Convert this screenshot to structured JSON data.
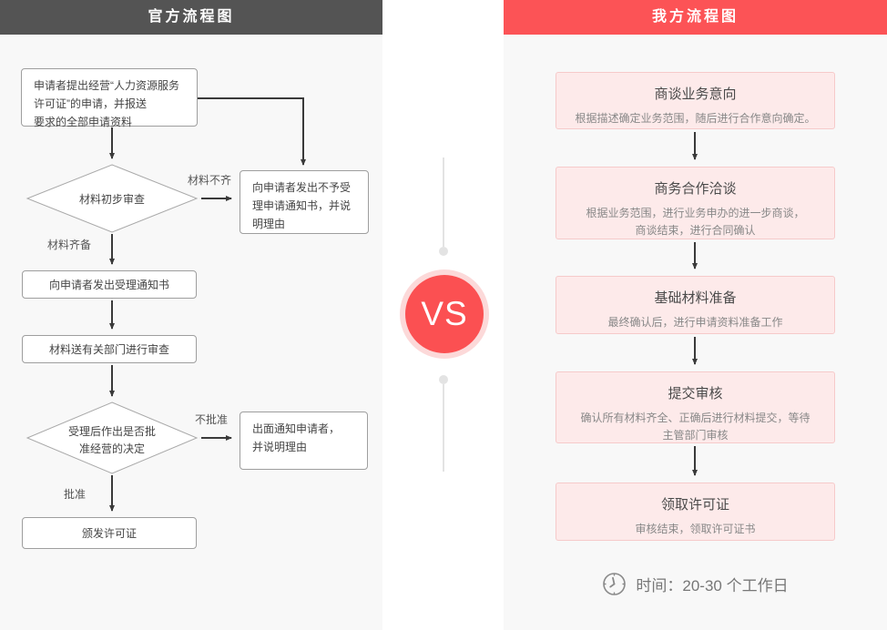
{
  "official": {
    "header": "官方流程图",
    "nodes": {
      "apply": "申请者提出经营“人力资源服务\n许可证”的申请，并报送\n要求的全部申请资料",
      "initial_review": "材料初步审查",
      "reject_notice": "向申请者发出不予受\n理申请通知书，并说\n明理由",
      "accept_notice": "向申请者发出受理通知书",
      "dept_review": "材料送有关部门进行审查",
      "approval_decision": "受理后作出是否批\n准经营的决定",
      "deny_notice": "出面通知申请者，\n并说明理由",
      "issue_license": "颁发许可证"
    },
    "edge_labels": {
      "incomplete": "材料不齐",
      "complete": "材料齐备",
      "not_approved": "不批准",
      "approved": "批准"
    }
  },
  "ours": {
    "header": "我方流程图",
    "steps": [
      {
        "title": "商谈业务意向",
        "desc": "根据描述确定业务范围，随后进行合作意向确定。"
      },
      {
        "title": "商务合作洽谈",
        "desc": "根据业务范围，进行业务申办的进一步商谈，\n商谈结束，进行合同确认"
      },
      {
        "title": "基础材料准备",
        "desc": "最终确认后，进行申请资料准备工作"
      },
      {
        "title": "提交审核",
        "desc": "确认所有材料齐全、正确后进行材料提交，等待\n主管部门审核"
      },
      {
        "title": "领取许可证",
        "desc": "审核结束，领取许可证书"
      }
    ],
    "time_note": "时间：20-30 个工作日"
  },
  "vs": {
    "label": "VS"
  },
  "colors": {
    "accent_red": "#fb5052",
    "header_dark": "#545454",
    "header_red": "#fc5356",
    "panel_bg": "#f8f8f8",
    "pink_box_bg": "#fdeaea",
    "pink_box_border": "#f6caca"
  }
}
